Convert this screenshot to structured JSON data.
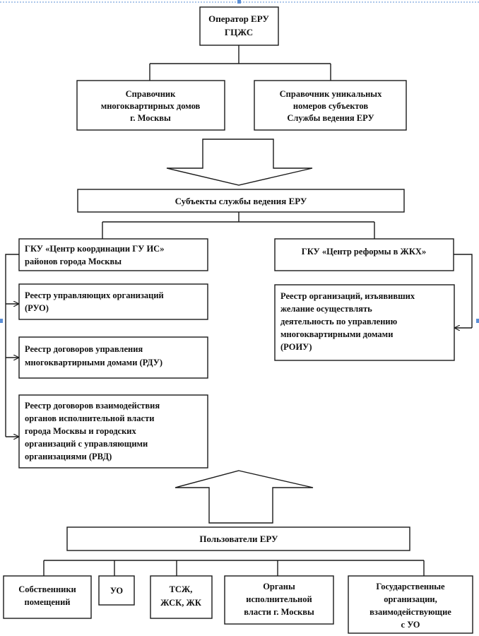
{
  "operator": {
    "lines": [
      "Оператор ЕРУ",
      "ГЦЖС"
    ]
  },
  "directory_buildings": {
    "lines": [
      "Справочник",
      "многоквартирных домов",
      "г. Москвы"
    ]
  },
  "directory_numbers": {
    "lines": [
      "Справочник уникальных",
      "номеров субъектов",
      "Службы ведения ЕРУ"
    ]
  },
  "subjects": {
    "lines": [
      "Субъекты службы ведения ЕРУ"
    ]
  },
  "gku_coordination": {
    "lines": [
      "ГКУ «Центр координации ГУ ИС»",
      "районов города Москвы"
    ]
  },
  "gku_reform": {
    "lines": [
      "ГКУ «Центр реформы в ЖКХ»"
    ]
  },
  "registry_ruo": {
    "lines": [
      "Реестр управляющих организаций",
      "(РУО)"
    ]
  },
  "registry_rdu": {
    "lines": [
      "Реестр договоров управления",
      "многоквартирными домами (РДУ)"
    ]
  },
  "registry_rvd": {
    "lines": [
      "Реестр договоров взаимодействия",
      "органов исполнительной власти",
      "города Москвы и городских",
      "организаций с управляющими",
      "организациями (РВД)"
    ]
  },
  "registry_roiu": {
    "lines": [
      "Реестр организаций, изъявивших",
      "желание осуществлять",
      "деятельность по управлению",
      "многоквартирными домами",
      "(РОИУ)"
    ]
  },
  "users": {
    "lines": [
      "Пользователи ЕРУ"
    ]
  },
  "user_owners": {
    "lines": [
      "Собственники",
      "помещений"
    ]
  },
  "user_uo": {
    "lines": [
      "УО"
    ]
  },
  "user_tszh": {
    "lines": [
      "ТСЖ,",
      "ЖСК, ЖК"
    ]
  },
  "user_authorities": {
    "lines": [
      "Органы",
      "исполнительной",
      "власти г. Москвы"
    ]
  },
  "user_state_orgs": {
    "lines": [
      "Государственные",
      "организации,",
      "взаимодействующие",
      "с УО"
    ]
  }
}
